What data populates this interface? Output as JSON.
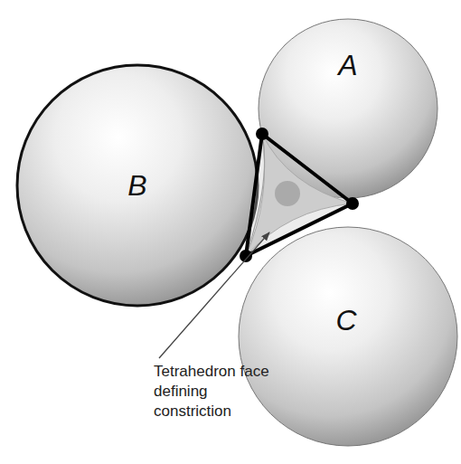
{
  "diagram": {
    "nodes": [
      {
        "text": [
          "A"
        ]
      },
      {
        "text": [
          "B"
        ]
      },
      {
        "text": [
          "C"
        ]
      }
    ],
    "labels": [
      "Tetrahedron face defining constriction"
    ]
  }
}
